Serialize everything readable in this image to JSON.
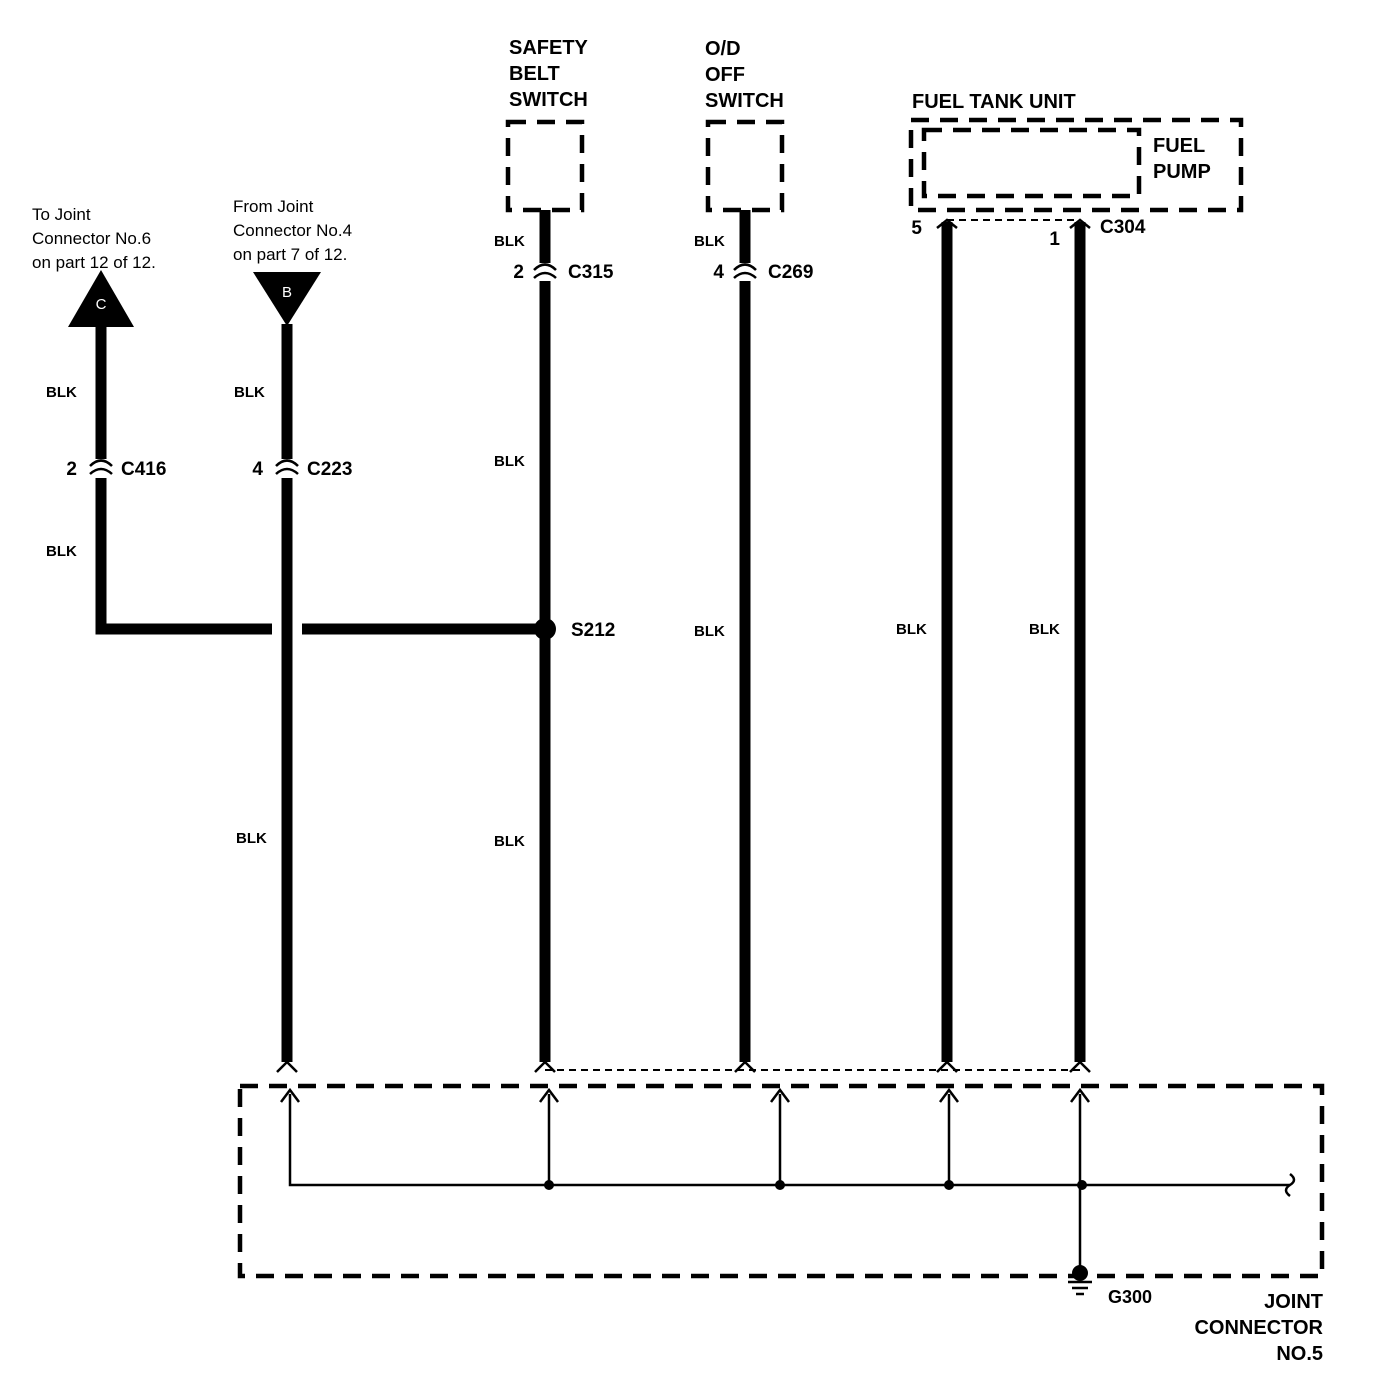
{
  "components": {
    "safety_belt_switch": [
      "SAFETY",
      "BELT",
      "SWITCH"
    ],
    "od_off_switch": [
      "O/D",
      "OFF",
      "SWITCH"
    ],
    "fuel_tank_unit": "FUEL TANK UNIT",
    "fuel_pump": [
      "FUEL",
      "PUMP"
    ],
    "joint_connector": [
      "JOINT",
      "CONNECTOR",
      "NO.5"
    ]
  },
  "references": {
    "c_note": [
      "To Joint",
      "Connector No.6",
      "on part 12 of 12."
    ],
    "c_symbol": "C",
    "b_note": [
      "From Joint",
      "Connector No.4",
      "on part 7 of 12."
    ],
    "b_symbol": "B"
  },
  "connectors": {
    "c416": {
      "name": "C416",
      "pin": "2"
    },
    "c223": {
      "name": "C223",
      "pin": "4"
    },
    "c315": {
      "name": "C315",
      "pin": "2"
    },
    "c269": {
      "name": "C269",
      "pin": "4"
    },
    "c304": {
      "name": "C304",
      "pin_a": "5",
      "pin_b": "1"
    }
  },
  "splice": "S212",
  "ground": "G300",
  "wire_color": "BLK"
}
